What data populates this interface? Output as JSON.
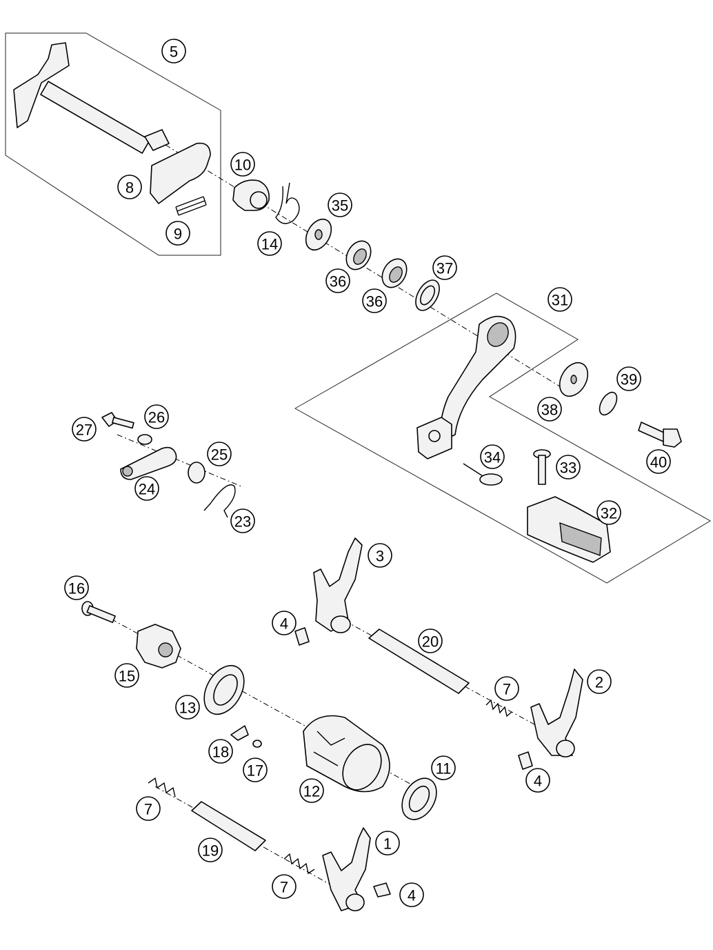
{
  "callouts": [
    "5",
    "8",
    "9",
    "10",
    "14",
    "35",
    "36",
    "36",
    "37",
    "31",
    "38",
    "39",
    "40",
    "34",
    "33",
    "32",
    "27",
    "26",
    "25",
    "24",
    "23",
    "3",
    "4",
    "20",
    "16",
    "15",
    "13",
    "18",
    "17",
    "12",
    "11",
    "7",
    "2",
    "4",
    "7",
    "19",
    "7",
    "1",
    "4"
  ]
}
